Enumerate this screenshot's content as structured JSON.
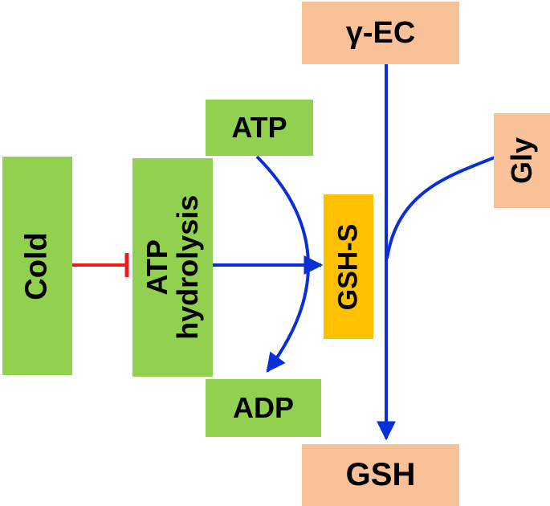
{
  "nodes": {
    "gamma_ec": "γ-EC",
    "gly": "Gly",
    "atp": "ATP",
    "cold": "Cold",
    "atp_hydrolysis_line1": "ATP",
    "atp_hydrolysis_line2": "hydrolysis",
    "gsh_s": "GSH-S",
    "adp": "ADP",
    "gsh": "GSH"
  },
  "colors": {
    "green_box": "#92d050",
    "peach_box": "#f8c197",
    "enzyme_box": "#ffc000",
    "arrow_blue": "#0a2fd6",
    "inhibit_red": "#ee1c1c"
  }
}
